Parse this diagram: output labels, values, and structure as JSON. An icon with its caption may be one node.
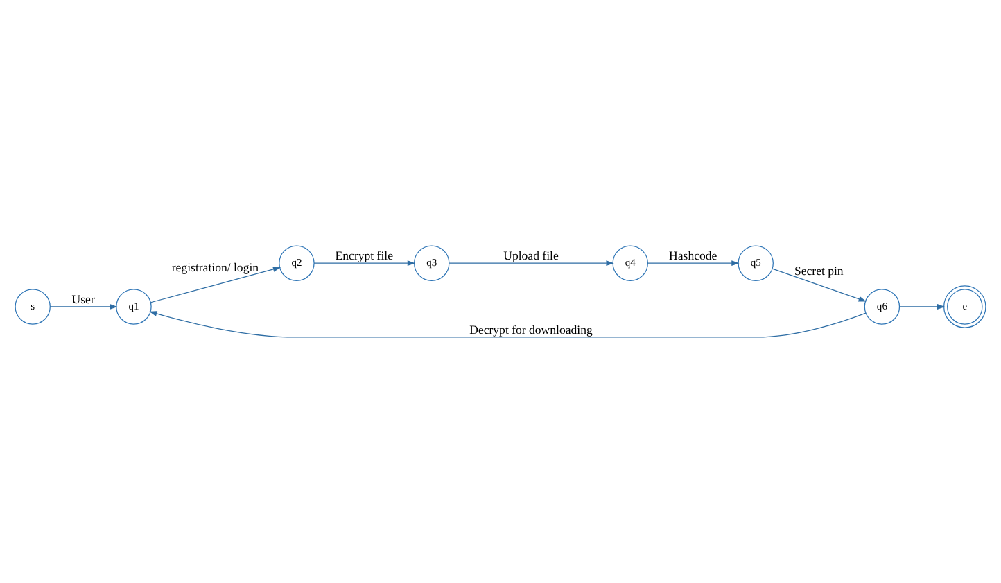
{
  "diagram": {
    "nodes": [
      {
        "text": [
          "s"
        ]
      },
      {
        "text": [
          "q1"
        ]
      },
      {
        "text": [
          "q2"
        ]
      },
      {
        "text": [
          "q3"
        ]
      },
      {
        "text": [
          "q4"
        ]
      },
      {
        "text": [
          "q5"
        ]
      },
      {
        "text": [
          "q6"
        ]
      },
      {
        "text": [
          "e"
        ]
      }
    ],
    "edges": [
      {
        "from": 0,
        "to": 1,
        "arrow": "to",
        "label": "User"
      },
      {
        "from": 1,
        "to": 2,
        "arrow": "to",
        "label": "registration/ login"
      },
      {
        "from": 2,
        "to": 3,
        "arrow": "to",
        "label": "Encrypt file"
      },
      {
        "from": 3,
        "to": 4,
        "arrow": "to",
        "label": "Upload file"
      },
      {
        "from": 4,
        "to": 5,
        "arrow": "to",
        "label": "Hashcode"
      },
      {
        "from": 5,
        "to": 6,
        "arrow": "to",
        "label": "Secret pin"
      },
      {
        "from": 6,
        "to": 1,
        "arrow": "to",
        "label": "Decrypt for downloading"
      },
      {
        "from": 6,
        "to": 7,
        "arrow": "to"
      }
    ]
  }
}
